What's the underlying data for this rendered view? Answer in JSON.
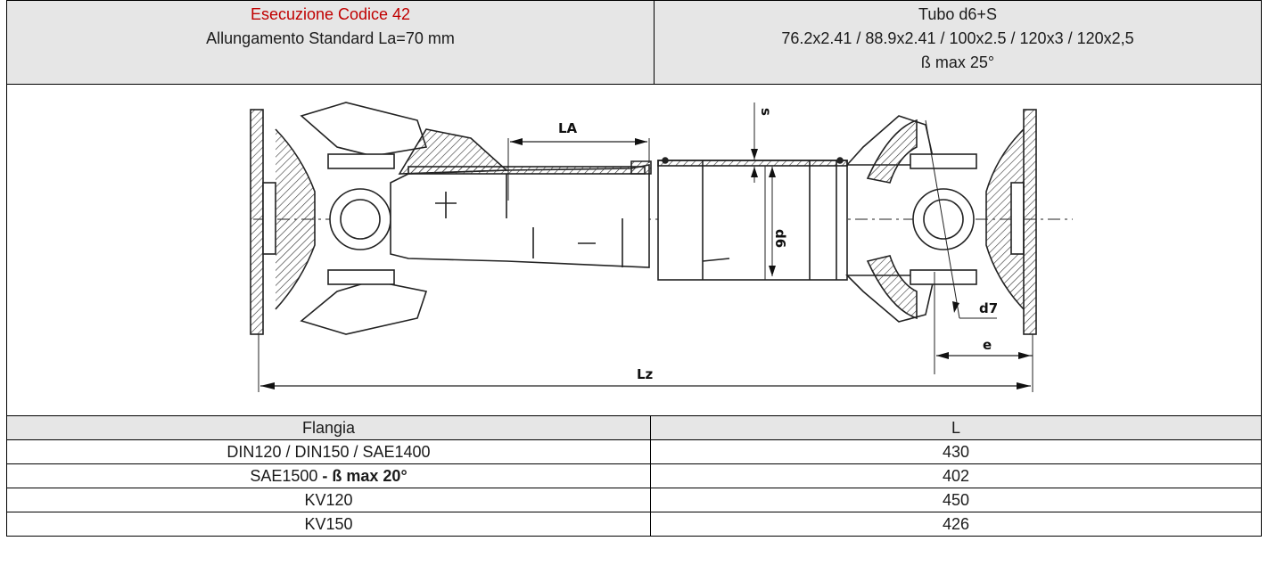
{
  "header": {
    "left_line1": "Esecuzione Codice 42",
    "left_line2": "Allungamento Standard La=70 mm",
    "right_line1": "Tubo d6+S",
    "right_line2": "76.2x2.41 / 88.9x2.41 / 100x2.5 / 120x3 / 120x2,5",
    "right_line3": "ß max 25°"
  },
  "drawing": {
    "label_la": "LA",
    "label_s": "s",
    "label_d6": "d6",
    "label_d7": "d7",
    "label_e": "e",
    "label_lz": "Lz"
  },
  "table": {
    "headers": [
      "Flangia",
      "L"
    ],
    "rows": [
      {
        "flangia": "DIN120 / DIN150 / SAE1400",
        "flangia_extra": "",
        "l": "430"
      },
      {
        "flangia": "SAE1500",
        "flangia_extra": " - ß max 20°",
        "l": "402"
      },
      {
        "flangia": "KV120",
        "flangia_extra": "",
        "l": "450"
      },
      {
        "flangia": "KV150",
        "flangia_extra": "",
        "l": "426"
      }
    ]
  }
}
